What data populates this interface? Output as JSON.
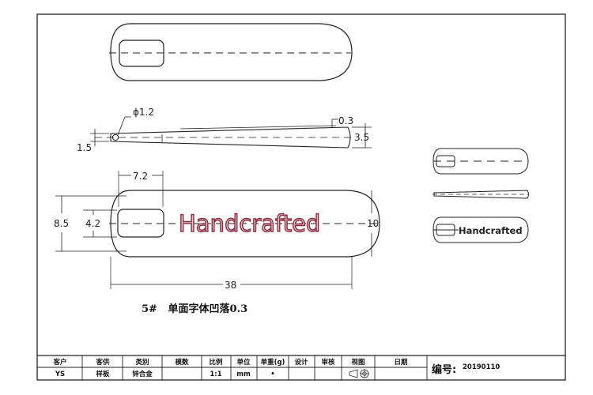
{
  "drawing": {
    "dimensions": {
      "hole_dia": "ϕ1.2",
      "slope_thickness": "0.3",
      "tip_thickness": "1.5",
      "end_thickness": "3.5",
      "slot_length": "7.2",
      "total_width": "8.5",
      "slot_width": "4.2",
      "end_width": "10",
      "total_length": "38"
    },
    "engraving": "Handcrafted",
    "note": "5#   单面字体凹落0.3"
  },
  "title_block": {
    "headers": [
      "客户",
      "客供",
      "类别",
      "模数",
      "比例",
      "单位",
      "单重(g)",
      "设计",
      "审核",
      "视图",
      "日期"
    ],
    "values": [
      "YS",
      "样板",
      "锌合金",
      "",
      "1:1",
      "mm",
      "•",
      "",
      "",
      "",
      ""
    ],
    "number_label": "编号:",
    "number_value": "20190110"
  }
}
